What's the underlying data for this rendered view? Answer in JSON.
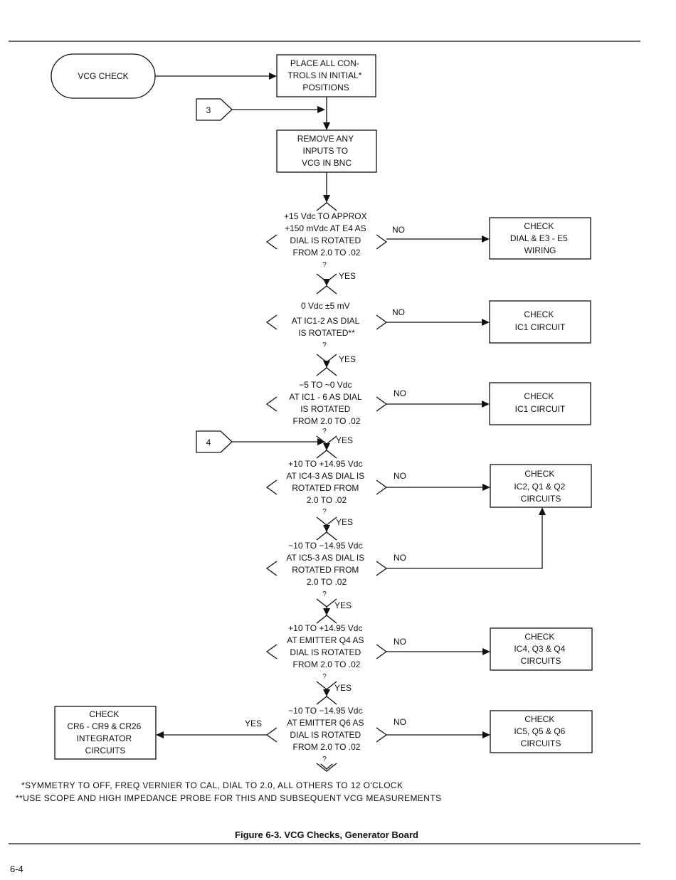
{
  "start": {
    "label": "VCG CHECK"
  },
  "connectors": {
    "c3": "3",
    "c4": "4"
  },
  "steps": {
    "place_controls": [
      "PLACE ALL CON-",
      "TROLS IN INITIAL*",
      "POSITIONS"
    ],
    "remove_inputs": [
      "REMOVE ANY",
      "INPUTS TO",
      "VCG IN BNC"
    ]
  },
  "decisions": {
    "d1": [
      "+15 Vdc TO APPROX",
      "+150 mVdc AT E4 AS",
      "DIAL IS ROTATED",
      "FROM 2.0 TO .02"
    ],
    "d2": [
      "0 Vdc ±5 mV",
      "AT IC1-2 AS DIAL",
      "IS ROTATED**"
    ],
    "d3": [
      "−5 TO ~0 Vdc",
      "AT IC1 - 6 AS DIAL",
      "IS ROTATED",
      "FROM 2.0 TO .02"
    ],
    "d4": [
      "+10 TO +14.95 Vdc",
      "AT IC4-3 AS DIAL IS",
      "ROTATED FROM",
      "2.0 TO .02"
    ],
    "d5": [
      "−10 TO −14.95 Vdc",
      "AT IC5-3 AS DIAL IS",
      "ROTATED FROM",
      "2.0 TO .02"
    ],
    "d6": [
      "+10 TO +14.95 Vdc",
      "AT EMITTER Q4 AS",
      "DIAL IS ROTATED",
      "FROM 2.0 TO .02"
    ],
    "d7": [
      "−10 TO −14.95 Vdc",
      "AT EMITTER Q6 AS",
      "DIAL IS ROTATED",
      "FROM 2.0 TO .02"
    ]
  },
  "checks": {
    "c1": [
      "CHECK",
      "DIAL & E3 - E5",
      "WIRING"
    ],
    "c2": [
      "CHECK",
      "IC1 CIRCUIT"
    ],
    "c3": [
      "CHECK",
      "IC1 CIRCUIT"
    ],
    "c4": [
      "CHECK",
      "IC2, Q1 & Q2",
      "CIRCUITS"
    ],
    "c6": [
      "CHECK",
      "IC4, Q3 & Q4",
      "CIRCUITS"
    ],
    "c7": [
      "CHECK",
      "IC5, Q5 & Q6",
      "CIRCUITS"
    ],
    "c8": [
      "CHECK",
      "CR6 - CR9 & CR26",
      "INTEGRATOR",
      "CIRCUITS"
    ]
  },
  "labels": {
    "yes": "YES",
    "no": "NO",
    "q": "?"
  },
  "notes": {
    "note1": "*SYMMETRY TO OFF, FREQ VERNIER TO CAL, DIAL TO 2.0, ALL OTHERS TO 12 O'CLOCK",
    "note2": "**USE SCOPE AND HIGH IMPEDANCE PROBE FOR THIS AND SUBSEQUENT VCG MEASUREMENTS"
  },
  "caption": "Figure 6-3.  VCG Checks, Generator Board",
  "page_number": "6-4"
}
